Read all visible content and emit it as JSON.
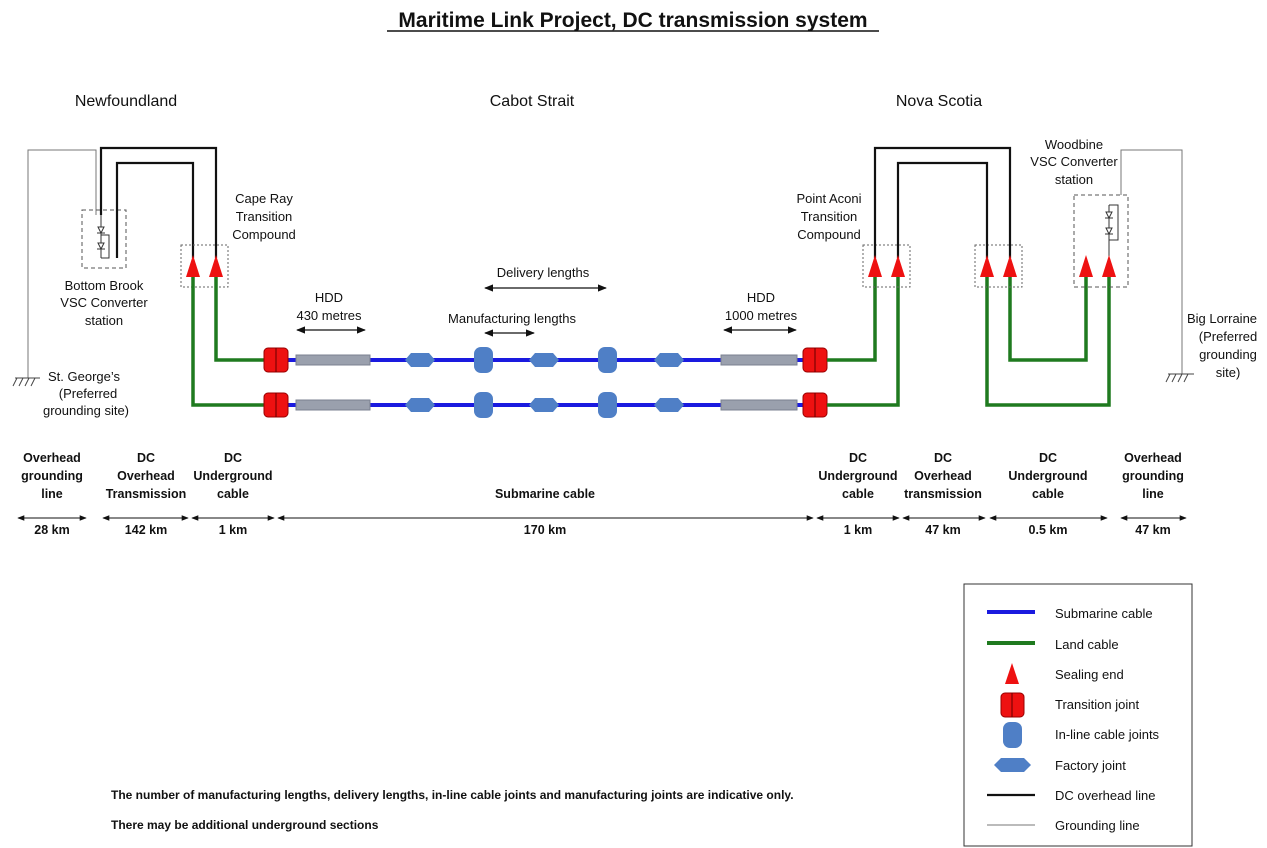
{
  "title": "Maritime Link Project, DC transmission system",
  "regions": {
    "left": "Newfoundland",
    "middle": "Cabot Strait",
    "right": "Nova Scotia"
  },
  "stations": {
    "bottom_brook": [
      "Bottom Brook",
      "VSC Converter",
      "station"
    ],
    "cape_ray": [
      "Cape Ray",
      "Transition",
      "Compound"
    ],
    "point_aconi": [
      "Point Aconi",
      "Transition",
      "Compound"
    ],
    "woodbine": [
      "Woodbine",
      "VSC Converter",
      "station"
    ]
  },
  "grounding": {
    "st_george": [
      "St. George’s",
      "(Preferred",
      "grounding site)"
    ],
    "big_lorraine": [
      "Big Lorraine",
      "(Preferred",
      "grounding",
      "site)"
    ]
  },
  "cable_labels": {
    "hdd_left": [
      "HDD",
      "430 metres"
    ],
    "hdd_right": [
      "HDD",
      "1000 metres"
    ],
    "delivery_lengths": "Delivery lengths",
    "manufacturing_lengths": "Manufacturing lengths"
  },
  "sections": [
    {
      "label": [
        "Overhead",
        "grounding",
        "line"
      ],
      "distance": "28 km"
    },
    {
      "label": [
        "DC",
        "Overhead",
        "Transmission"
      ],
      "distance": "142 km"
    },
    {
      "label": [
        "DC",
        "Underground",
        "cable"
      ],
      "distance": "1 km"
    },
    {
      "label": [
        "Submarine cable"
      ],
      "distance": "170 km"
    },
    {
      "label": [
        "DC",
        "Underground",
        "cable"
      ],
      "distance": "1 km"
    },
    {
      "label": [
        "DC",
        "Overhead",
        "transmission"
      ],
      "distance": "47 km"
    },
    {
      "label": [
        "DC",
        "Underground",
        "cable"
      ],
      "distance": "0.5 km"
    },
    {
      "label": [
        "Overhead",
        "grounding",
        "line"
      ],
      "distance": "47 km"
    }
  ],
  "legend": {
    "submarine_cable": "Submarine cable",
    "land_cable": "Land cable",
    "sealing_end": "Sealing end",
    "transition_joint": "Transition joint",
    "inline_joints": "In-line cable joints",
    "factory_joint": "Factory joint",
    "dc_overhead": "DC overhead line",
    "grounding_line": "Grounding line"
  },
  "notes": {
    "line1": "The number of manufacturing lengths, delivery lengths, in-line cable joints and manufacturing joints are indicative only.",
    "line2": "There may be additional underground sections"
  },
  "colors": {
    "submarine": "#1a1adf",
    "land": "#1f7a1f",
    "sealing_end": "#ee1111",
    "transition_joint": "#ee1111",
    "inline_joint": "#4f7fc6",
    "overhead": "#111111",
    "grounding": "#777777",
    "hdd": "#9aa0ad"
  }
}
